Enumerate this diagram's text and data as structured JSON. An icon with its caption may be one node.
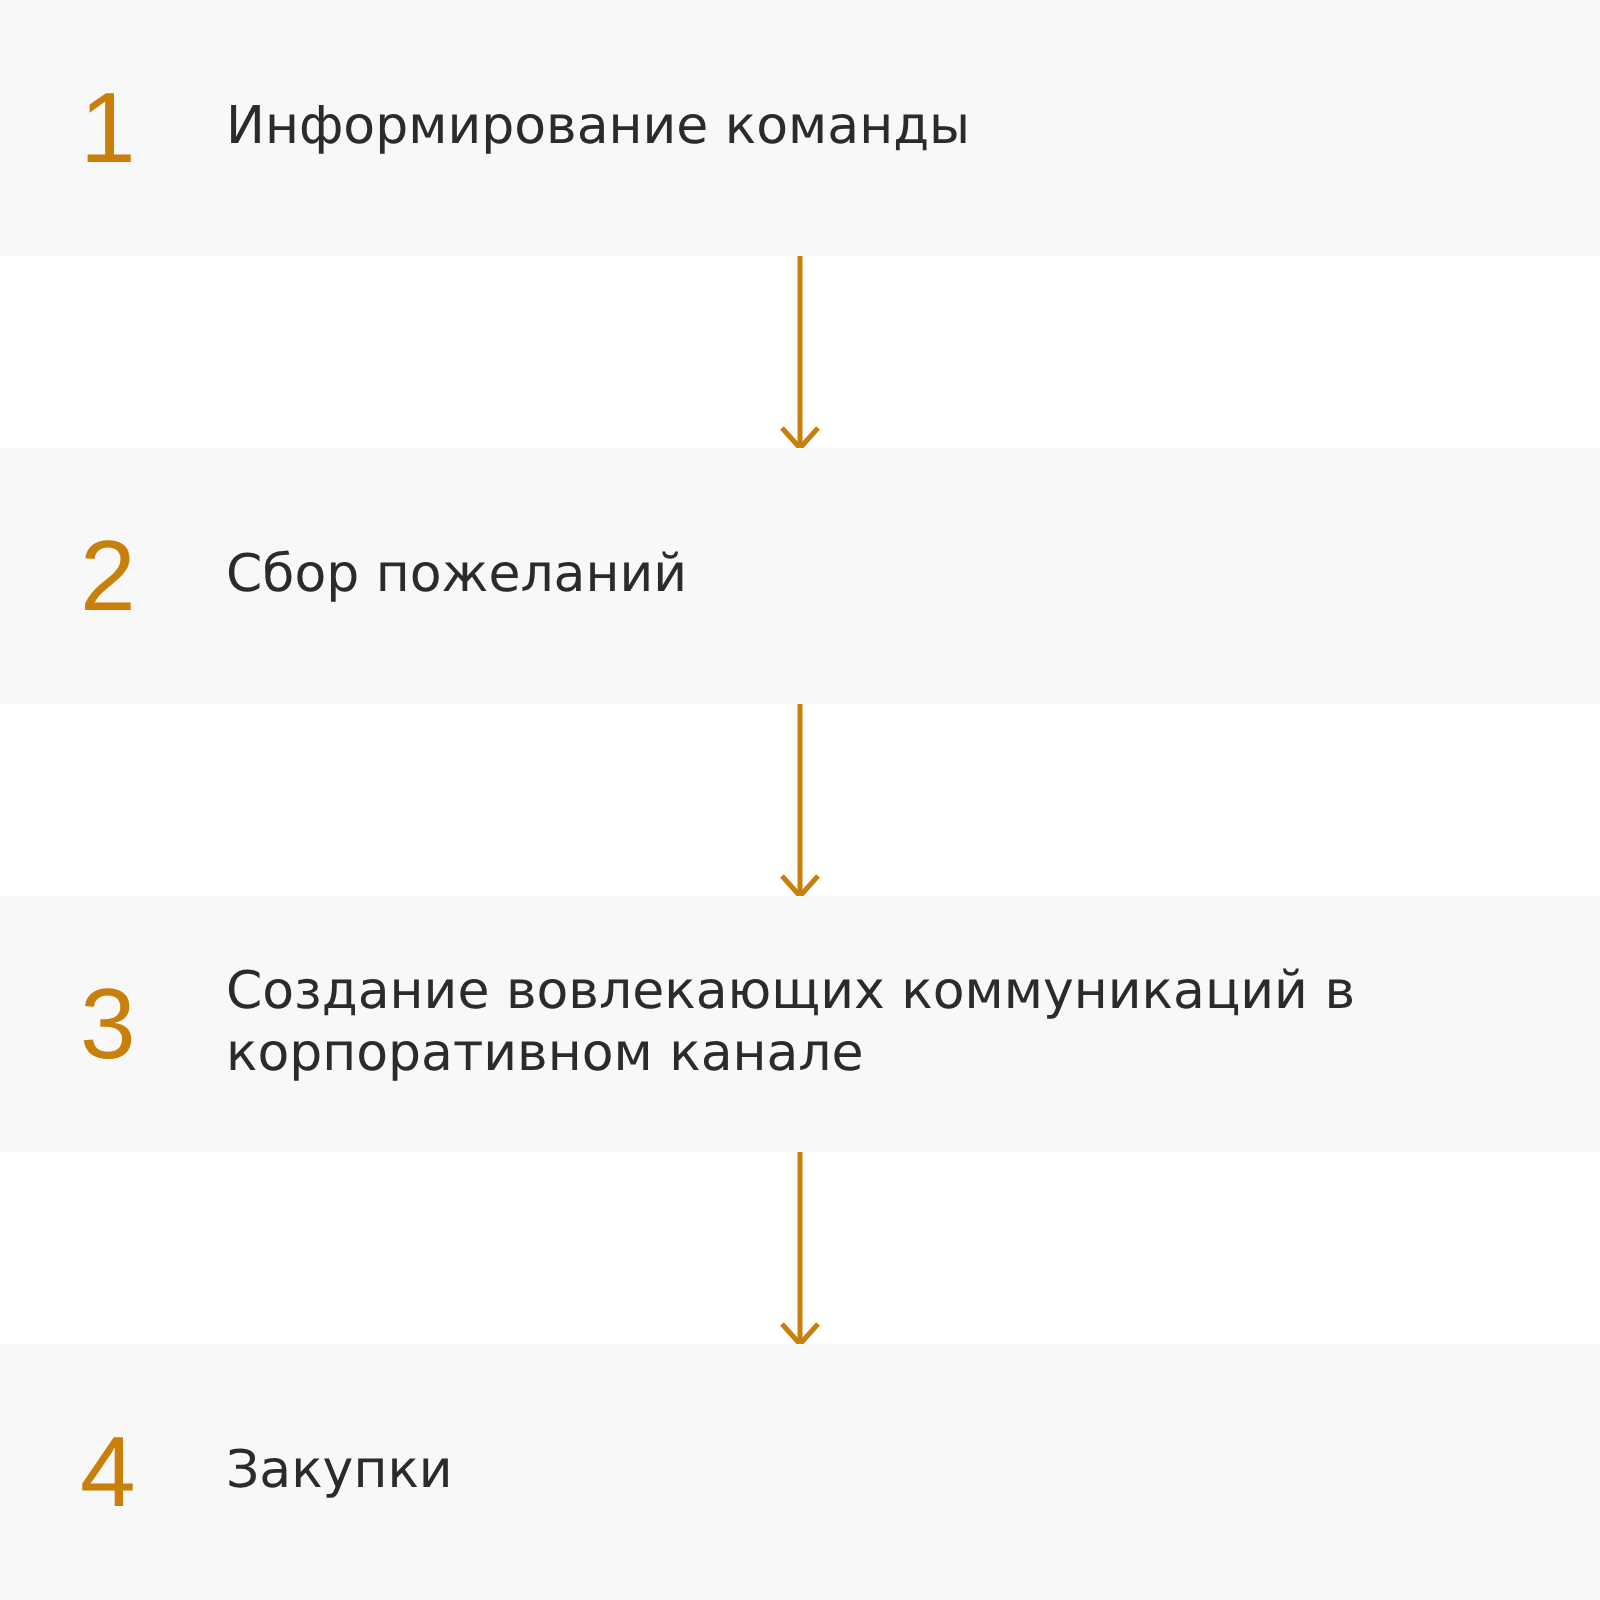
{
  "diagram": {
    "nodes": [
      {
        "text": [
          "1",
          "Информирование команды"
        ]
      },
      {
        "text": [
          "2",
          "Сбор пожеланий"
        ]
      },
      {
        "text": [
          "3",
          "Создание вовлекающих коммуникаций в корпоративном канале"
        ]
      },
      {
        "text": [
          "4",
          "Закупки"
        ]
      }
    ],
    "edges": [
      {
        "from": 0,
        "to": 1,
        "arrow": "to"
      },
      {
        "from": 1,
        "to": 2,
        "arrow": "to"
      },
      {
        "from": 2,
        "to": 3,
        "arrow": "to"
      }
    ]
  }
}
